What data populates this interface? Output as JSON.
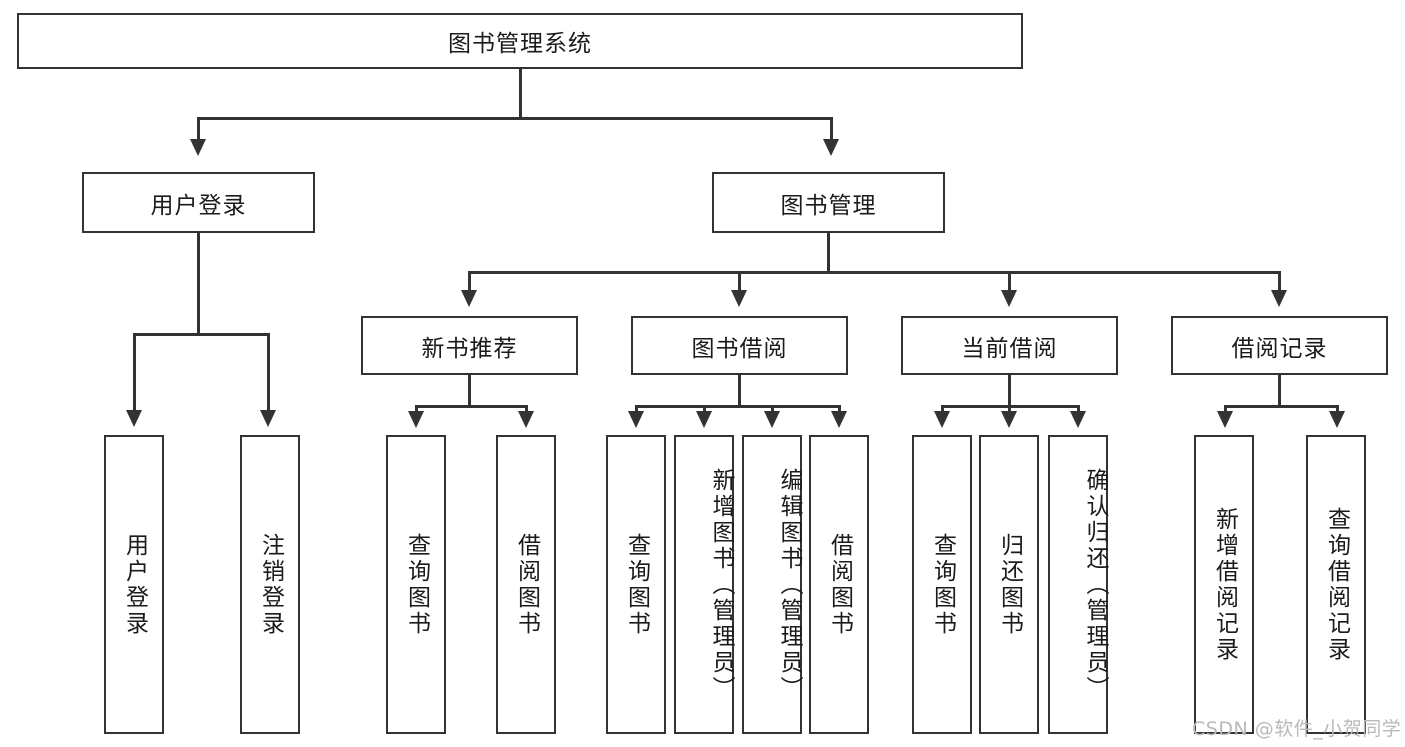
{
  "diagram": {
    "type": "tree-hierarchy",
    "title": "图书管理系统",
    "root": {
      "label": "图书管理系统"
    },
    "level2": [
      {
        "label": "用户登录"
      },
      {
        "label": "图书管理"
      }
    ],
    "level3": [
      {
        "label": "新书推荐"
      },
      {
        "label": "图书借阅"
      },
      {
        "label": "当前借阅"
      },
      {
        "label": "借阅记录"
      }
    ],
    "leaves": {
      "user_login": [
        {
          "label": "用户登录"
        },
        {
          "label": "注销登录"
        }
      ],
      "new_book_recommend": [
        {
          "label": "查询图书"
        },
        {
          "label": "借阅图书"
        }
      ],
      "book_borrow": [
        {
          "label": "查询图书"
        },
        {
          "label": "新增图书（管理员）"
        },
        {
          "label": "编辑图书（管理员）"
        },
        {
          "label": "借阅图书"
        }
      ],
      "current_borrow": [
        {
          "label": "查询图书"
        },
        {
          "label": "归还图书"
        },
        {
          "label": "确认归还（管理员）"
        }
      ],
      "borrow_record": [
        {
          "label": "新增借阅记录"
        },
        {
          "label": "查询借阅记录"
        }
      ]
    }
  },
  "watermark": {
    "text": "CSDN @软件_小贺同学"
  },
  "colors": {
    "stroke": "#333333",
    "fill": "#ffffff",
    "text": "#1b1b1b",
    "watermark": "#b9b9b9"
  }
}
